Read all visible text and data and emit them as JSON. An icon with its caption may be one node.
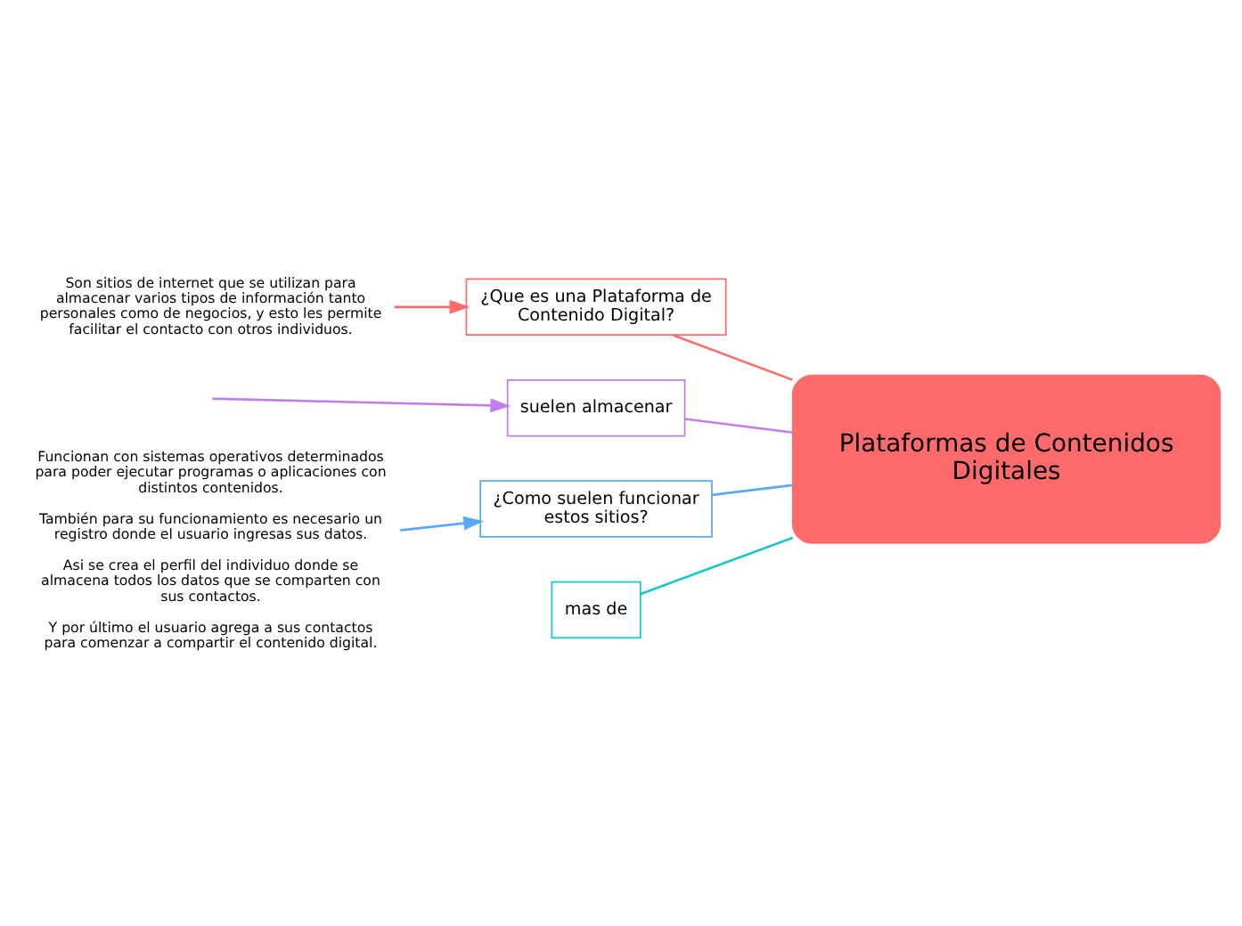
{
  "diagram": {
    "nodes": [
      {
        "text": [
          "Plataformas de Contenidos Digitales"
        ]
      },
      {
        "text": [
          "¿Que es una Plataforma de Contenido Digital?"
        ]
      },
      {
        "text": [
          "Son sitios de internet que se utilizan para almacenar varios tipos de información tanto personales como de negocios, y esto les permite facilitar el contacto con otros individuos."
        ]
      },
      {
        "text": [
          "suelen almacenar"
        ]
      },
      {
        "text": [
          "¿Como suelen funcionar estos sitios?"
        ]
      },
      {
        "text": [
          "Funcionan con sistemas operativos determinados para poder ejecutar programas o aplicaciones con distintos contenidos.",
          "También para su funcionamiento es necesario un registro donde el usuario ingresas sus datos.",
          "Asi se crea el perfil del individuo donde se almacena todos los datos que se comparten con sus contactos.",
          "Y por último el usuario agrega a sus contactos para comenzar a compartir el contenido digital."
        ]
      },
      {
        "text": [
          "mas de"
        ]
      }
    ],
    "edges": [
      {
        "from": 1,
        "to": 0,
        "arrow": "none",
        "color": "#ff6b6b"
      },
      {
        "from": 2,
        "to": 1,
        "arrow": "to",
        "color": "#ff6b6b"
      },
      {
        "from": 3,
        "to": 0,
        "arrow": "none",
        "color": "#c27ee8"
      },
      {
        "from": null,
        "to": 3,
        "arrow": "to",
        "color": "#c27ee8"
      },
      {
        "from": 4,
        "to": 0,
        "arrow": "none",
        "color": "#5aa9f5"
      },
      {
        "from": 5,
        "to": 4,
        "arrow": "to",
        "color": "#5aa9f5"
      },
      {
        "from": 6,
        "to": 0,
        "arrow": "none",
        "color": "#19c6c6"
      }
    ]
  }
}
